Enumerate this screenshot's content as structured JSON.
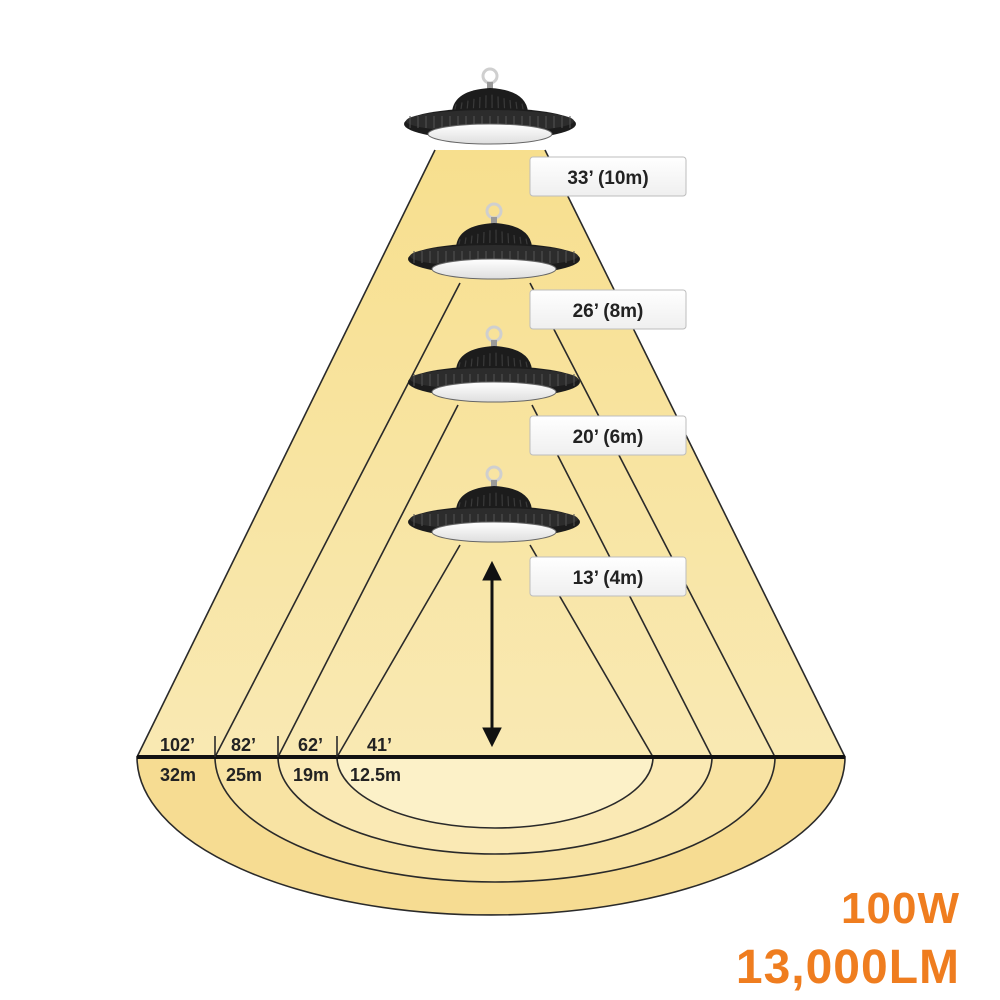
{
  "mount_heights": [
    {
      "label": "33’ (10m)"
    },
    {
      "label": "26’ (8m)"
    },
    {
      "label": "20’ (6m)"
    },
    {
      "label": "13’ (4m)"
    }
  ],
  "coverage": [
    {
      "feet": "102’",
      "meters": "32m"
    },
    {
      "feet": "82’",
      "meters": "25m"
    },
    {
      "feet": "62’",
      "meters": "19m"
    },
    {
      "feet": "41’",
      "meters": "12.5m"
    }
  ],
  "specs": {
    "wattage": "100W",
    "lumens": "13,000LM"
  },
  "colors": {
    "light": "#f8e6a6",
    "light_center": "#fff6cf",
    "accent": "#ef7d1f",
    "fixture": "#1c1c1c"
  },
  "icons": {
    "fixture": "ufo-high-bay-light-icon",
    "height_arrow": "double-arrow-icon"
  }
}
